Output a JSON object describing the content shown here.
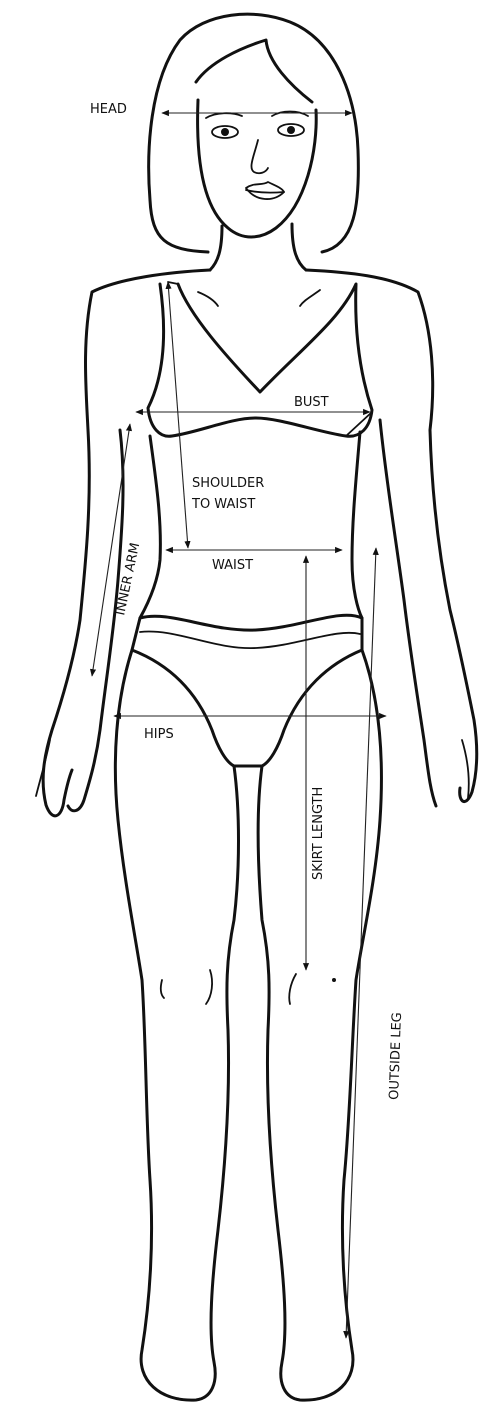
{
  "diagram": {
    "labels": {
      "head": "HEAD",
      "bust": "BUST",
      "shoulder_to_waist_1": "SHOULDER",
      "shoulder_to_waist_2": "TO WAIST",
      "waist": "WAIST",
      "inner_arm": "INNER ARM",
      "hips": "HIPS",
      "skirt_length": "SKIRT LENGTH",
      "outside_leg": "OUTSIDE LEG"
    },
    "colors": {
      "ink": "#111111",
      "background": "#ffffff"
    }
  }
}
